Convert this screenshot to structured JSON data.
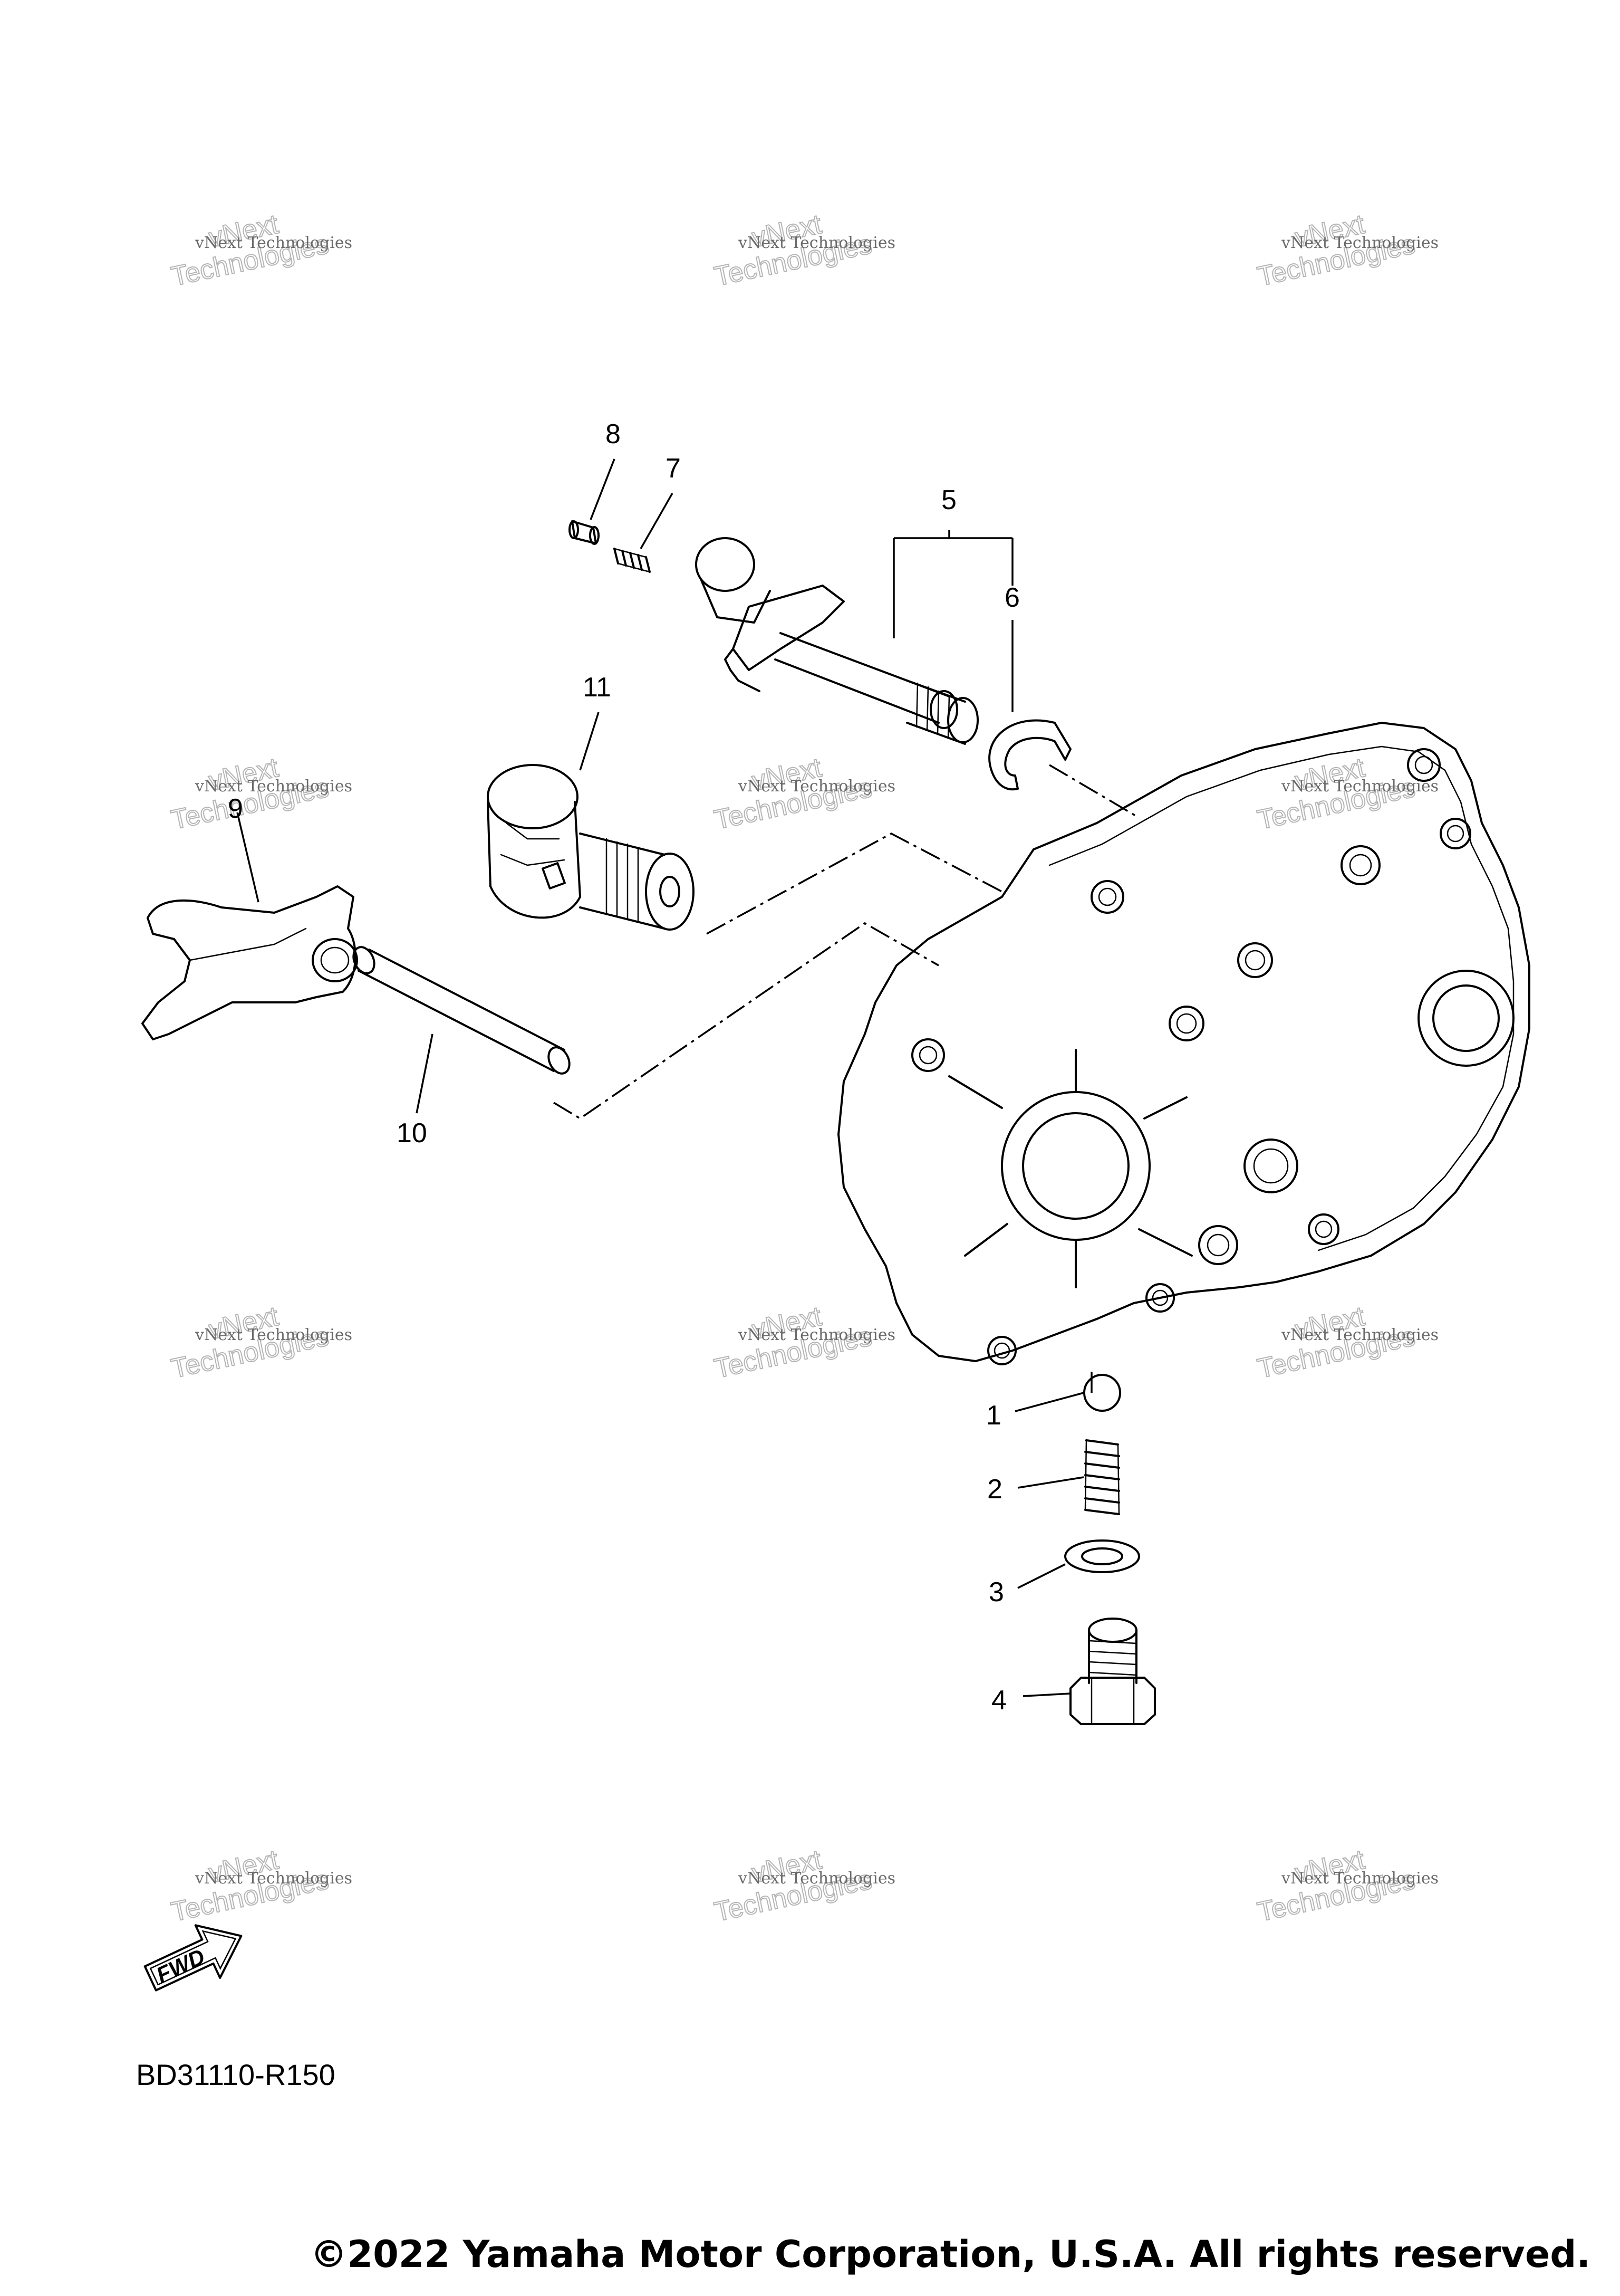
{
  "diagram": {
    "callouts": {
      "c1": "1",
      "c2": "2",
      "c3": "3",
      "c4": "4",
      "c5": "5",
      "c6": "6",
      "c7": "7",
      "c8": "8",
      "c9": "9",
      "c10": "10",
      "c11": "11"
    },
    "fwd_label": "FWD",
    "reference_code": "BD31110-R150",
    "watermark_line1": "vNext Technologies",
    "watermark_line2": "Technologies",
    "watermark_line3": "vNext"
  },
  "footer": {
    "copyright": "©2022 Yamaha Motor Corporation, U.S.A. All rights reserved."
  }
}
